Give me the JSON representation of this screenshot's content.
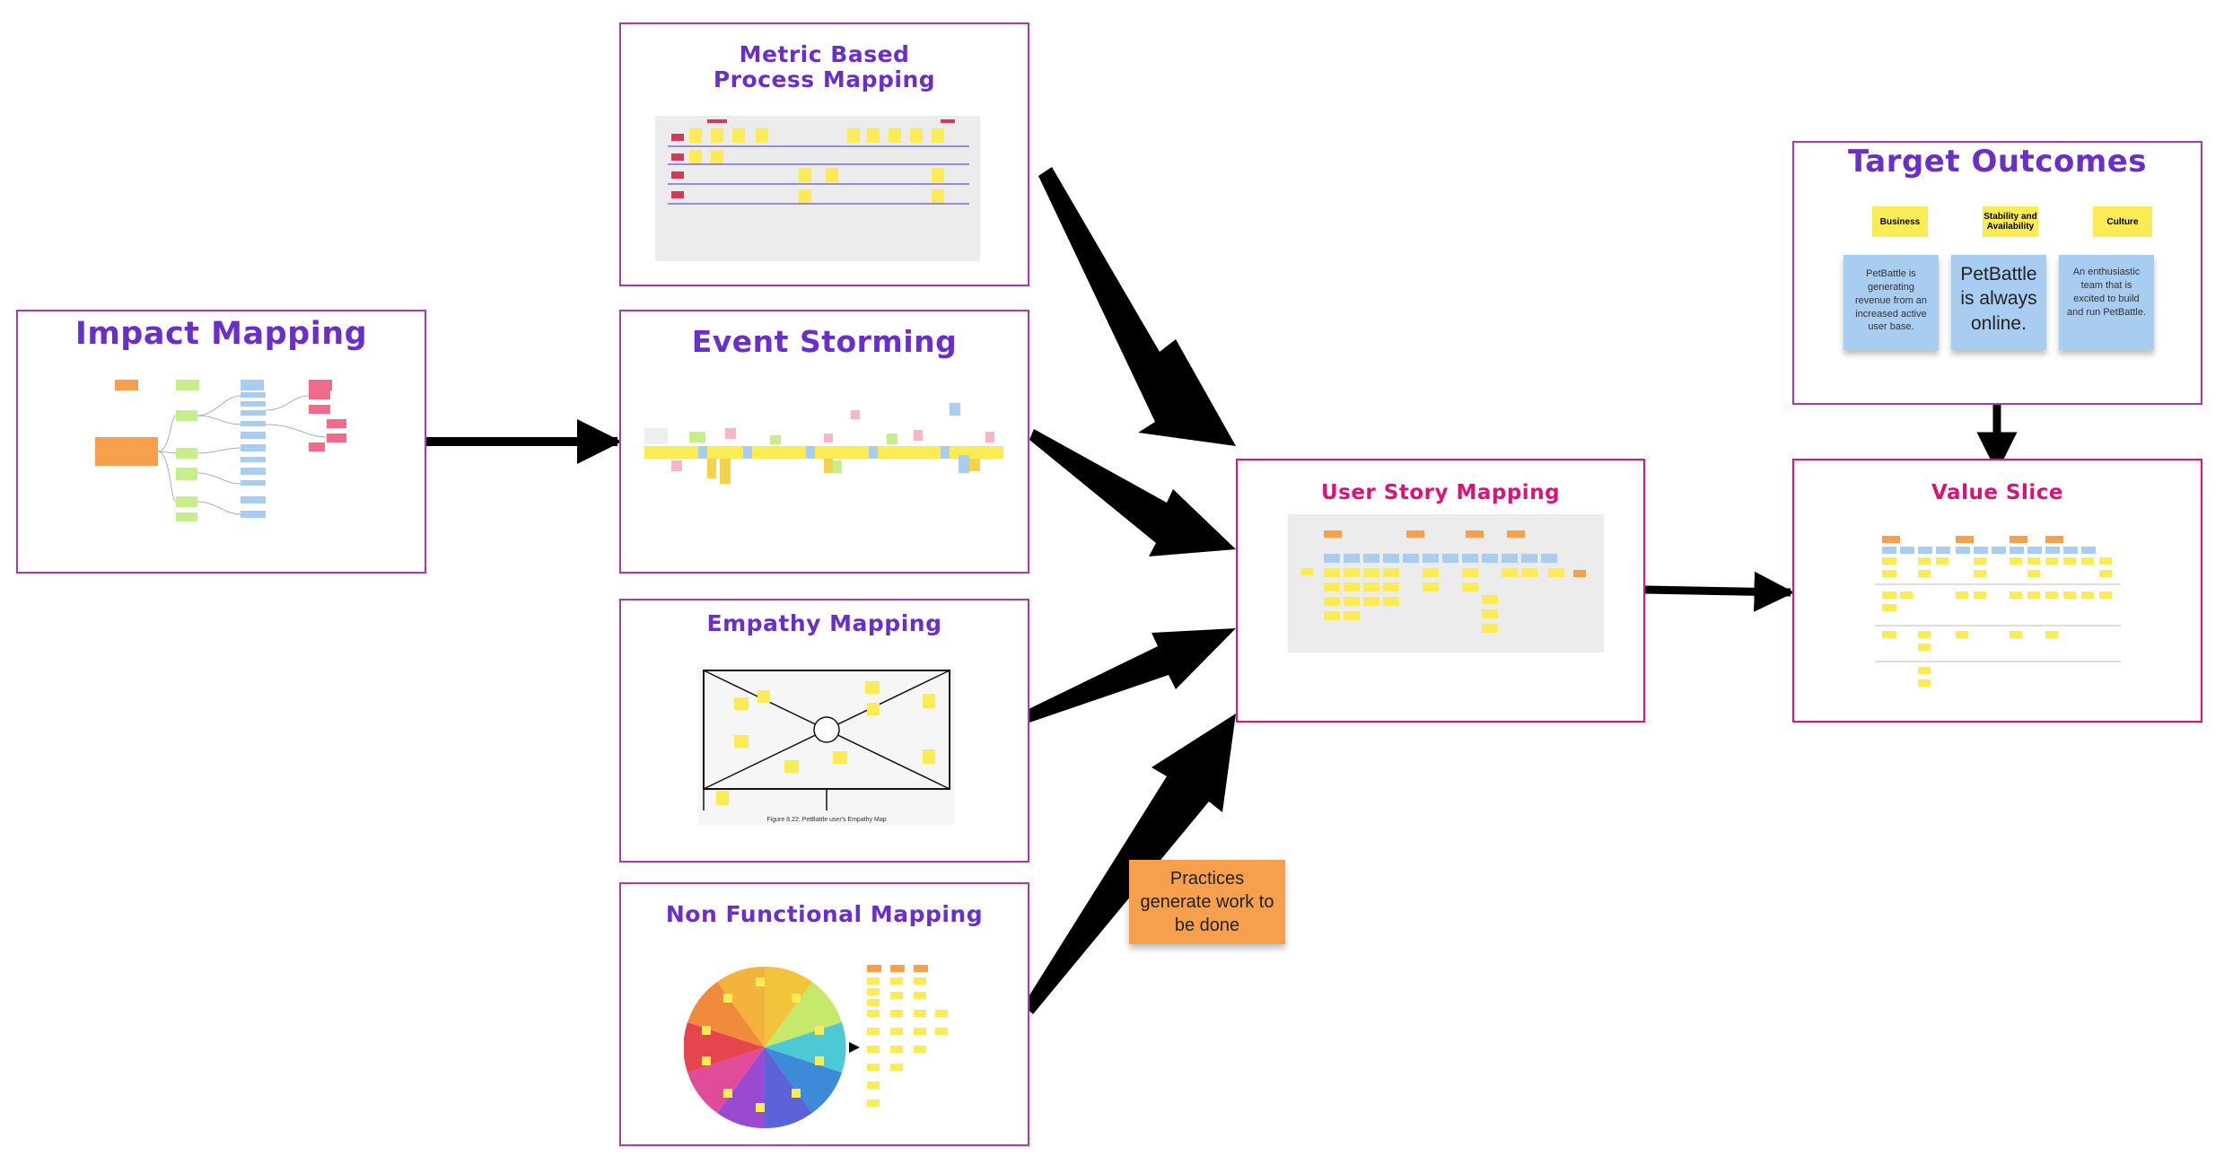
{
  "frames": {
    "impact": {
      "title": "Impact Mapping"
    },
    "metric": {
      "title_line1": "Metric Based",
      "title_line2": "Process Mapping"
    },
    "event": {
      "title": "Event Storming"
    },
    "empathy": {
      "title": "Empathy Mapping",
      "caption": "Figure 8.22: PetBattle user's Empathy Map"
    },
    "nonfunctional": {
      "title": "Non Functional Mapping"
    },
    "userstory": {
      "title": "User Story Mapping"
    },
    "target": {
      "title": "Target Outcomes",
      "labels": [
        "Business",
        "Stability and Availability",
        "Culture"
      ],
      "notes": [
        "PetBattle is generating revenue from an increased active user base.",
        "PetBattle is always online.",
        "An enthusiastic team that is excited to build and run PetBattle."
      ]
    },
    "valueslice": {
      "title": "Value Slice"
    }
  },
  "note": {
    "text": "Practices generate work to be done"
  },
  "colors": {
    "purple_border": "#a63cb3",
    "pink_border": "#e0137a",
    "title_purple": "#6a2fc9",
    "title_pink": "#d9137a",
    "sticky_orange": "#f6a04d",
    "sticky_yellow": "#fbec55",
    "sticky_blue": "#a9cdf0",
    "arrow": "#000000"
  }
}
